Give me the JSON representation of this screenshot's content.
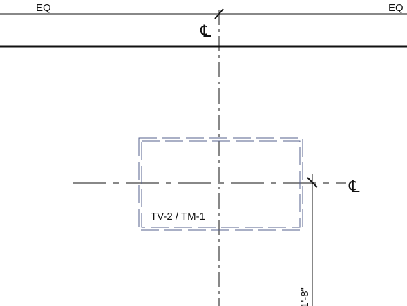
{
  "drawing": {
    "eq_left": "EQ",
    "eq_right": "EQ",
    "centerline_symbol_top": "℄",
    "centerline_symbol_right": "℄",
    "tag": "TV-2 / TM-1",
    "dimension_text": "1'-8\""
  },
  "colors": {
    "linework": "#111111",
    "hidden_object": "#55608e",
    "background": "#ffffff"
  }
}
